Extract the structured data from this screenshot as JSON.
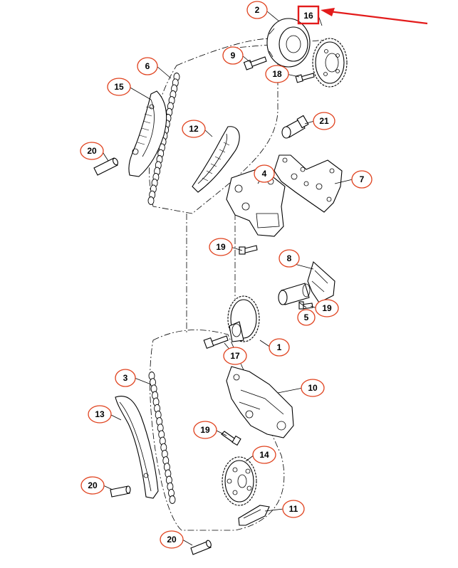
{
  "callouts": [
    {
      "label": "1"
    },
    {
      "label": "2"
    },
    {
      "label": "3"
    },
    {
      "label": "4"
    },
    {
      "label": "5"
    },
    {
      "label": "6"
    },
    {
      "label": "7"
    },
    {
      "label": "8"
    },
    {
      "label": "9"
    },
    {
      "label": "10"
    },
    {
      "label": "11"
    },
    {
      "label": "12"
    },
    {
      "label": "13"
    },
    {
      "label": "14"
    },
    {
      "label": "15"
    },
    {
      "label": "16"
    },
    {
      "label": "17"
    },
    {
      "label": "18"
    },
    {
      "label": "19"
    },
    {
      "label": "19"
    },
    {
      "label": "19"
    },
    {
      "label": "20"
    },
    {
      "label": "20"
    },
    {
      "label": "20"
    },
    {
      "label": "21"
    }
  ],
  "highlight": {
    "label": "16",
    "box_color": "#e31b1b",
    "arrow_color": "#e31b1b"
  },
  "colors": {
    "callout_outline": "#e0421e",
    "line": "#000000"
  }
}
